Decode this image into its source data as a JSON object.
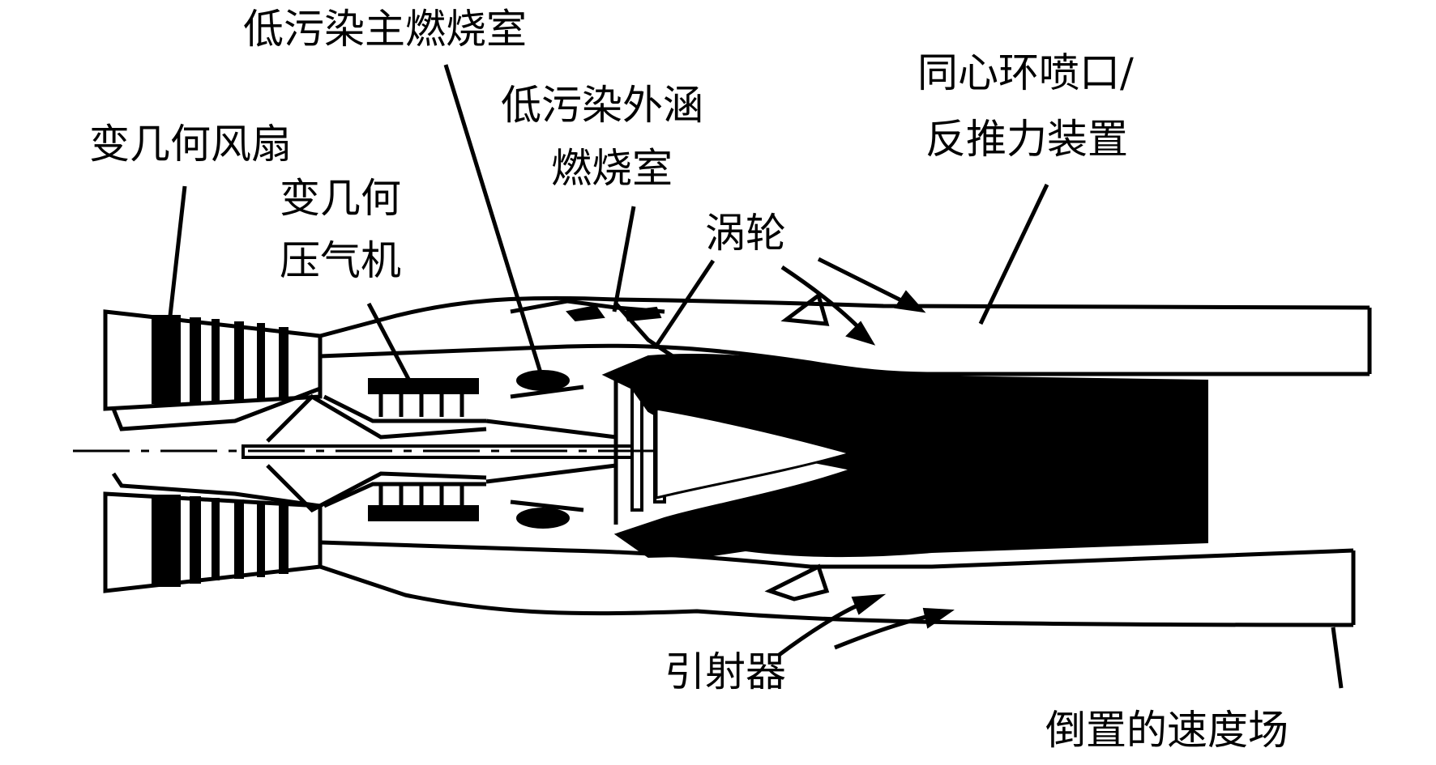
{
  "labels": {
    "low_pollution_main_combustor": "低污染主燃烧室",
    "variable_geometry_fan": "变几何风扇",
    "low_pollution_bypass_combustor_line1": "低污染外涵",
    "low_pollution_bypass_combustor_line2": "燃烧室",
    "concentric_nozzle_line1": "同心环喷口/",
    "concentric_nozzle_line2": "反推力装置",
    "variable_geometry_compressor_line1": "变几何",
    "variable_geometry_compressor_line2": "压气机",
    "turbine": "涡轮",
    "ejector": "引射器",
    "inverted_velocity_profile": "倒置的速度场"
  }
}
